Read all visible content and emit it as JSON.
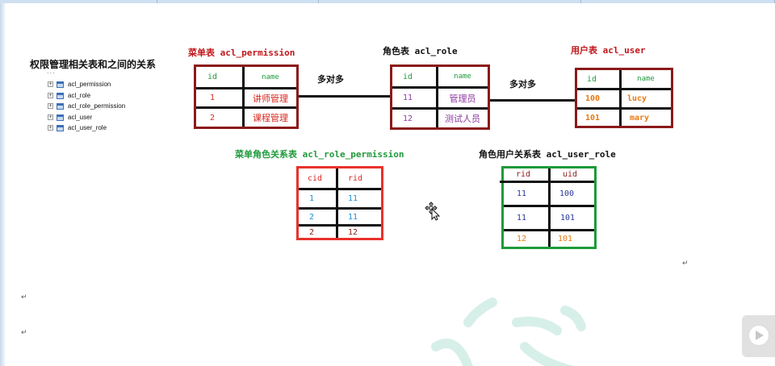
{
  "tree": {
    "title": "权限管理相关表和之间的关系",
    "dots": "...",
    "items": [
      "acl_permission",
      "acl_role",
      "acl_role_permission",
      "acl_user",
      "acl_user_role"
    ]
  },
  "permission_table": {
    "caption": "菜单表 acl_permission",
    "headers": [
      "id",
      "name"
    ],
    "rows": [
      [
        "1",
        "讲师管理"
      ],
      [
        "2",
        "课程管理"
      ]
    ]
  },
  "role_table": {
    "caption": "角色表 acl_role",
    "headers": [
      "id",
      "name"
    ],
    "rows": [
      [
        "11",
        "管理员"
      ],
      [
        "12",
        "测试人员"
      ]
    ]
  },
  "user_table": {
    "caption": "用户表 acl_user",
    "headers": [
      "id",
      "name"
    ],
    "rows": [
      [
        "100",
        "lucy"
      ],
      [
        "101",
        "mary"
      ]
    ]
  },
  "role_permission_table": {
    "caption": "菜单角色关系表 acl_role_permission",
    "headers": [
      "cid",
      "rid"
    ],
    "rows": [
      [
        "1",
        "11"
      ],
      [
        "2",
        "11"
      ],
      [
        "2",
        "12"
      ]
    ]
  },
  "user_role_table": {
    "caption": "角色用户关系表 acl_user_role",
    "headers": [
      "rid",
      "uid"
    ],
    "rows": [
      [
        "11",
        "100"
      ],
      [
        "11",
        "101"
      ],
      [
        "12",
        "101"
      ]
    ]
  },
  "relations": {
    "permission_role": "多对多",
    "role_user": "多对多"
  },
  "colors": {
    "dark_red_border": "#8b1a1a",
    "red_border": "#e8322b",
    "green_border": "#1e9a3a",
    "header_green": "#1f9a3c",
    "red_text": "#d9261c",
    "purple_text": "#8e3aa0",
    "orange_text": "#e87a12",
    "blue_text": "#1c8fd8",
    "navy_text": "#2a3a9c"
  }
}
